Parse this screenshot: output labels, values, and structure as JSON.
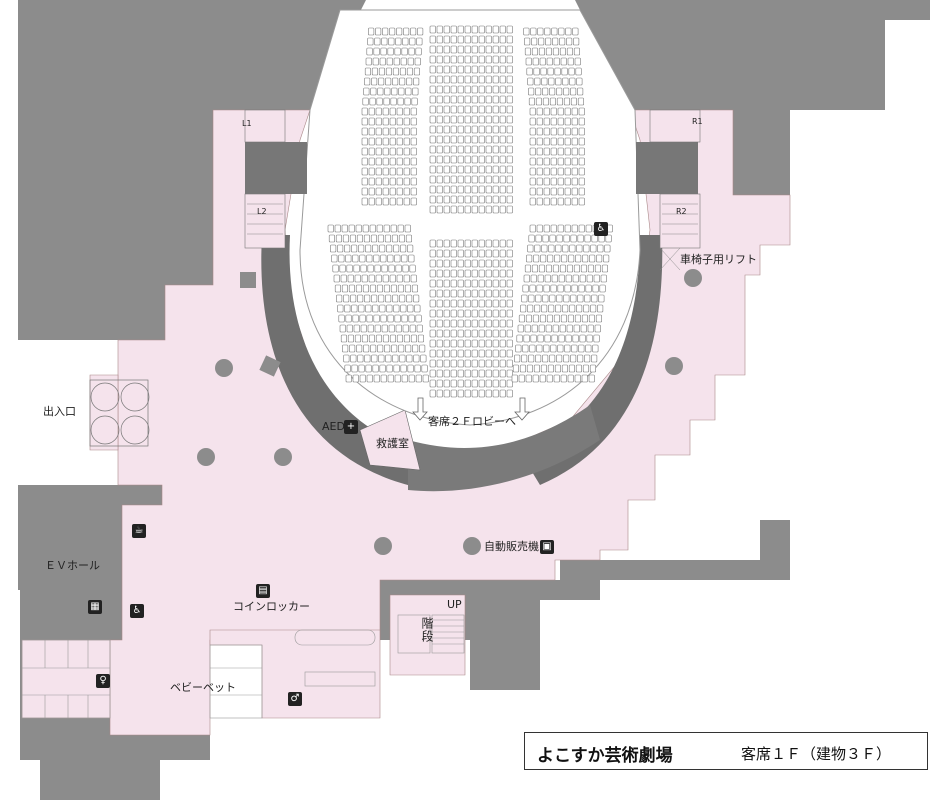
{
  "colors": {
    "pink": "#f5e3ec",
    "wall": "#8c8c8c",
    "wallDark": "#6f6f6f",
    "seat": "#ffffff"
  },
  "title": {
    "venue": "よこすか芸術劇場",
    "floor": "客席１Ｆ（建物３Ｆ）"
  },
  "labels": {
    "l1": "L1",
    "l2": "L2",
    "r1": "R1",
    "r2": "R2",
    "wheelchair_lift": "車椅子用リフト",
    "entrance": "出入口",
    "aed": "AED",
    "first_aid": "救護室",
    "lobby2f": "客席２Ｆロビーへ",
    "ev_hall": "ＥＶホール",
    "coin_locker": "コインロッカー",
    "vending": "自動販売機",
    "stairs": "階段",
    "up": "UP",
    "baby_bed": "ベビーベット"
  }
}
